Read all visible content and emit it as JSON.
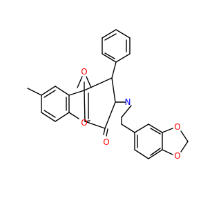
{
  "molecule": {
    "colors": {
      "bond": "#000000",
      "oxygen": "#ff0000",
      "nitrogen": "#0000ff",
      "background": "#ffffff"
    },
    "atoms": {
      "o_ketone": "O",
      "o_imide": "O",
      "o_pyran": "O",
      "n_imide": "N",
      "o_dioxole_upper": "O",
      "o_dioxole_lower": "O"
    }
  }
}
